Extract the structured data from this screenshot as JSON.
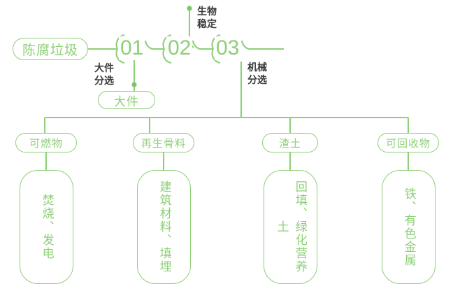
{
  "diagram": {
    "title_node": {
      "label": "陈腐垃圾"
    },
    "steps": [
      {
        "num": "01",
        "annotation": "大件\n分选"
      },
      {
        "num": "02",
        "annotation": "生物\n稳定"
      },
      {
        "num": "03",
        "annotation": "机械\n分选"
      }
    ],
    "step01_output": {
      "label": "大件"
    },
    "outputs": [
      {
        "pill": "可燃物",
        "detail": "焚烧、发电"
      },
      {
        "pill": "再生骨料",
        "detail": "建筑材料、填埋"
      },
      {
        "pill": "渣土",
        "detail": "回填、绿化营养土"
      },
      {
        "pill": "可回收物",
        "detail": "铁、有色金属"
      }
    ],
    "colors": {
      "green_line": "#8ecf78",
      "green_text": "#8ecf78",
      "dark_text": "#3a3a3a",
      "background": "#ffffff"
    }
  }
}
